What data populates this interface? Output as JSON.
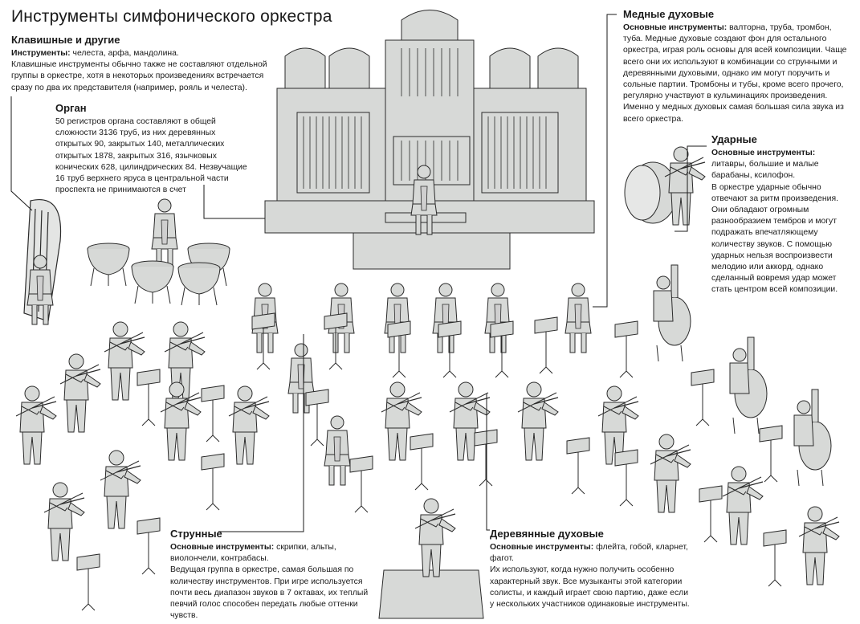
{
  "title": "Инструменты симфонического оркестра",
  "colors": {
    "figure_fill": "#d7d9d7",
    "stroke": "#2b2b2b",
    "line": "#1a1a1a"
  },
  "sections": {
    "keyboard": {
      "heading": "Клавишные и другие",
      "instruments_label": "Инструменты:",
      "instruments": " челеста, арфа, мандолина.",
      "body": "Клавишные инструменты обычно также не составляют отдельной группы в оркестре, хотя в некоторых произведениях встречается сразу по два их представителя (например, рояль и челеста)."
    },
    "organ": {
      "heading": "Орган",
      "body": "50 регистров органа составляют в общей сложности 3136 труб, из них деревянных открытых 90, закрытых 140, металлических открытых 1878, закрытых 316, язычковых конических 628, цилиндрических 84. Незвучащие 16 труб верхнего яруса в центральной части проспекта не принимаются в счет"
    },
    "brass": {
      "heading": "Медные духовые",
      "instruments_label": "Основные инструменты:",
      "instruments": " валторна, труба, тромбон, туба.",
      "body": "Медные духовые создают фон для остального оркестра, играя роль основы для всей композиции. Чаще всего они их используют в комбинации со струнными и деревянными духовыми, однако им могут поручить и сольные партии. Тромбоны и тубы, кроме всего прочего, регулярно участвуют в кульминациях произведения. Именно у медных духовых самая большая сила звука из всего оркестра."
    },
    "percussion": {
      "heading": "Ударные",
      "instruments_label": "Основные инструменты:",
      "instruments": " литавры, большие и малые барабаны, ксилофон.",
      "body": "В оркестре ударные обычно отвечают за ритм произведения. Они обладают огромным разнообразием тембров и могут подражать впечатляющему количеству звуков. С помощью ударных нельзя воспроизвести мелодию или аккорд, однако сделанный вовремя удар может стать центром всей композиции."
    },
    "strings": {
      "heading": "Струнные",
      "instruments_label": "Основные инструменты:",
      "instruments": " скрипки, альты, виолончели, контрабасы.",
      "body": "Ведущая группа в оркестре, самая большая по количеству инструментов. При игре используется почти весь диапазон звуков в 7 октавах, их теплый певчий голос способен передать любые оттенки чувств."
    },
    "woodwinds": {
      "heading": "Деревянные духовые",
      "instruments_label": "Основные инструменты:",
      "instruments": " флейта, гобой, кларнет, фагот.",
      "body": "Их используют, когда нужно получить особенно характерный звук. Все музыканты этой категории солисты, и каждый играет свою партию, даже если у нескольких участников одинаковые инструменты."
    }
  }
}
